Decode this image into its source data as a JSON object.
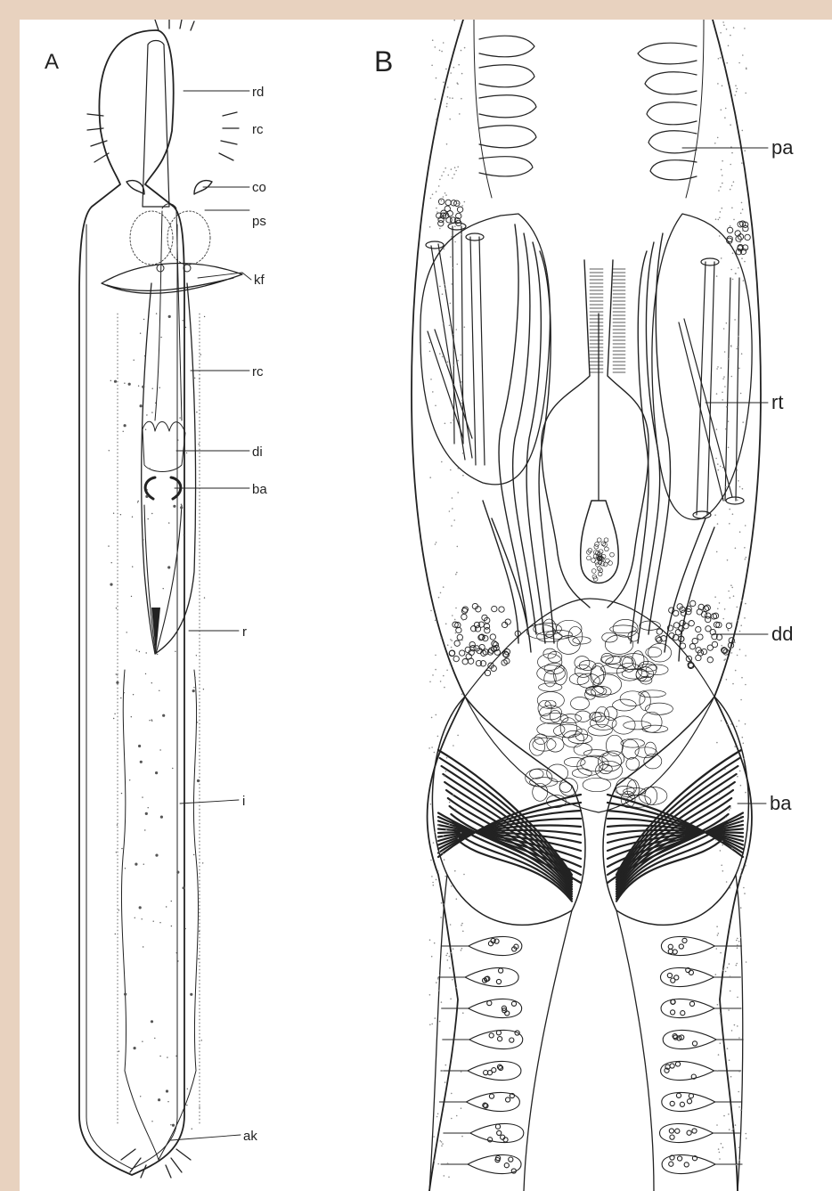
{
  "figure": {
    "colors": {
      "frame": "#e8d2bf",
      "background": "#ffffff",
      "ink": "#222222",
      "stipple": "#8a8a8a"
    },
    "panel_a": {
      "letter": "A",
      "labels": {
        "rd": "rd",
        "rc_top": "rc",
        "co": "co",
        "ps": "ps",
        "kf": "kf",
        "rc": "rc",
        "di": "di",
        "ba": "ba",
        "r": "r",
        "i": "i",
        "ak": "ak"
      }
    },
    "panel_b": {
      "letter": "B",
      "labels": {
        "pa": "pa",
        "rt": "rt",
        "dd": "dd",
        "ba": "ba"
      }
    }
  }
}
